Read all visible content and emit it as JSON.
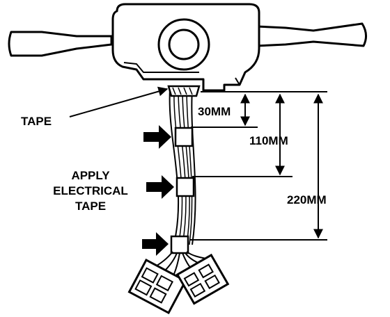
{
  "labels": {
    "tape": "TAPE",
    "apply_line1": "APPLY",
    "apply_line2": "ELECTRICAL",
    "apply_line3": "TAPE",
    "dim_30": "30MM",
    "dim_110": "110MM",
    "dim_220": "220MM"
  },
  "icons": [
    "arrow-right-icon"
  ],
  "colors": {
    "ink": "#000000",
    "paper": "#ffffff"
  }
}
